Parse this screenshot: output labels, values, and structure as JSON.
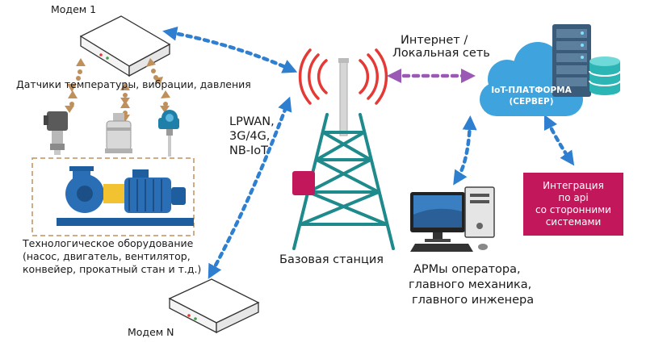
{
  "labels": {
    "modem1": "Модем 1",
    "modemN": "Модем N",
    "sensors": "Датчики температуры, вибрации, давления",
    "internet_line1": "Интернет /",
    "internet_line2": "Локальная сеть",
    "lpwan_line1": "LPWAN,",
    "lpwan_line2": "3G/4G,",
    "lpwan_line3": "NB-IoT",
    "equipment_line1": "Технологическое оборудование",
    "equipment_line2": "(насос, двигатель, вентилятор,",
    "equipment_line3": "конвейер, прокатный стан и т.д.)",
    "base_station": "Базовая станция",
    "arm_line1": "АРМы оператора,",
    "arm_line2": "главного механика,",
    "arm_line3": "главного инженера",
    "cloud_line1": "IoT-ПЛАТФОРМА",
    "cloud_line2": "(СЕРВЕР)",
    "integration_line1": "Интеграция",
    "integration_line2": "по api",
    "integration_line3": "со сторонними",
    "integration_line4": "системами"
  },
  "colors": {
    "link_blue": "#2f7fd0",
    "link_purple": "#9b59b6",
    "sensor_arrow": "#c0905c",
    "tower": "#1f8a8c",
    "tower_box": "#c2185b",
    "signal_red": "#e53935",
    "cloud": "#3fa3dd",
    "server": "#3b5b7a",
    "database": "#2bb5b5",
    "integration_box": "#c2185b",
    "equipment_frame": "#c0905c",
    "pump": "#2a6fb5"
  },
  "icons": [
    "modem-icon",
    "pressure-sensor-icon",
    "vibration-sensor-icon",
    "temperature-sensor-icon",
    "pump-icon",
    "antenna-tower-icon",
    "cloud-icon",
    "server-rack-icon",
    "database-icon",
    "workstation-icon"
  ]
}
